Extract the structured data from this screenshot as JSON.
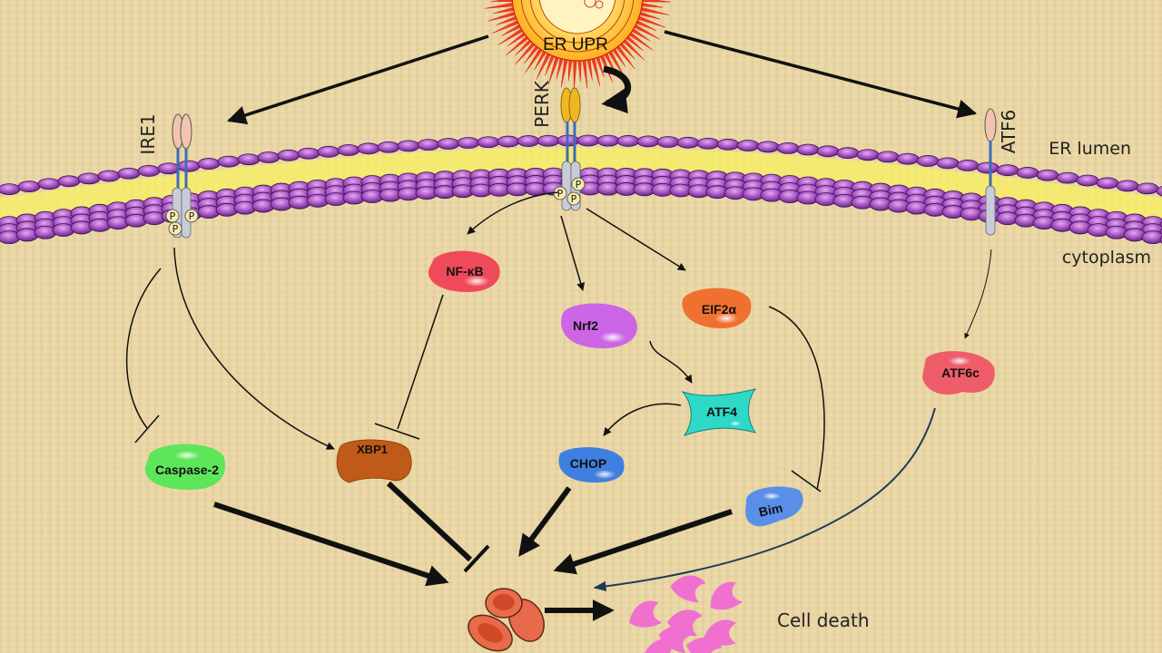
{
  "diagram": {
    "trigger": {
      "label": "ER UPR"
    },
    "regions": {
      "lumen": "ER lumen",
      "cytoplasm": "cytoplasm"
    },
    "sensors": [
      {
        "id": "ire1",
        "label": "IRE1"
      },
      {
        "id": "perk",
        "label": "PERK"
      },
      {
        "id": "atf6",
        "label": "ATF6"
      }
    ],
    "phospho_label": "P",
    "nodes": [
      {
        "id": "nfkb",
        "label": "NF-κB",
        "color": "#ef4a5a"
      },
      {
        "id": "nrf2",
        "label": "Nrf2",
        "color": "#cc66e6"
      },
      {
        "id": "eif2a",
        "label": "EIF2α",
        "color": "#f07030"
      },
      {
        "id": "atf4",
        "label": "ATF4",
        "color": "#2fd9c8"
      },
      {
        "id": "chop",
        "label": "CHOP",
        "color": "#3f7fe0"
      },
      {
        "id": "bim",
        "label": "Bim",
        "color": "#5a8fe8"
      },
      {
        "id": "atf6c",
        "label": "ATF6c",
        "color": "#ef5c6a"
      },
      {
        "id": "caspase2",
        "label": "Caspase-2",
        "color": "#5ee65a"
      },
      {
        "id": "xbp1",
        "label": "XBP1",
        "color": "#c05a18"
      }
    ],
    "outcome": {
      "label": "Cell death"
    },
    "edges": [
      {
        "from": "ER UPR",
        "to": "IRE1",
        "type": "activate"
      },
      {
        "from": "ER UPR",
        "to": "PERK",
        "type": "activate"
      },
      {
        "from": "ER UPR",
        "to": "ATF6",
        "type": "activate"
      },
      {
        "from": "PERK",
        "to": "NF-κB",
        "type": "activate"
      },
      {
        "from": "PERK",
        "to": "Nrf2",
        "type": "activate"
      },
      {
        "from": "PERK",
        "to": "EIF2α",
        "type": "activate"
      },
      {
        "from": "Nrf2",
        "to": "ATF4",
        "type": "activate"
      },
      {
        "from": "ATF4",
        "to": "CHOP",
        "type": "activate"
      },
      {
        "from": "EIF2α",
        "to": "Bim",
        "type": "inhibit"
      },
      {
        "from": "NF-κB",
        "to": "XBP1",
        "type": "inhibit"
      },
      {
        "from": "IRE1",
        "to": "XBP1",
        "type": "activate"
      },
      {
        "from": "IRE1",
        "to": "Caspase-2",
        "type": "inhibit"
      },
      {
        "from": "ATF6",
        "to": "ATF6c",
        "type": "activate"
      },
      {
        "from": "Caspase-2",
        "to": "Cell death",
        "type": "activate"
      },
      {
        "from": "XBP1",
        "to": "Cell death",
        "type": "inhibit"
      },
      {
        "from": "CHOP",
        "to": "Cell death",
        "type": "activate"
      },
      {
        "from": "Bim",
        "to": "Cell death",
        "type": "activate"
      },
      {
        "from": "ATF6c",
        "to": "Cell death",
        "type": "activate"
      }
    ]
  }
}
